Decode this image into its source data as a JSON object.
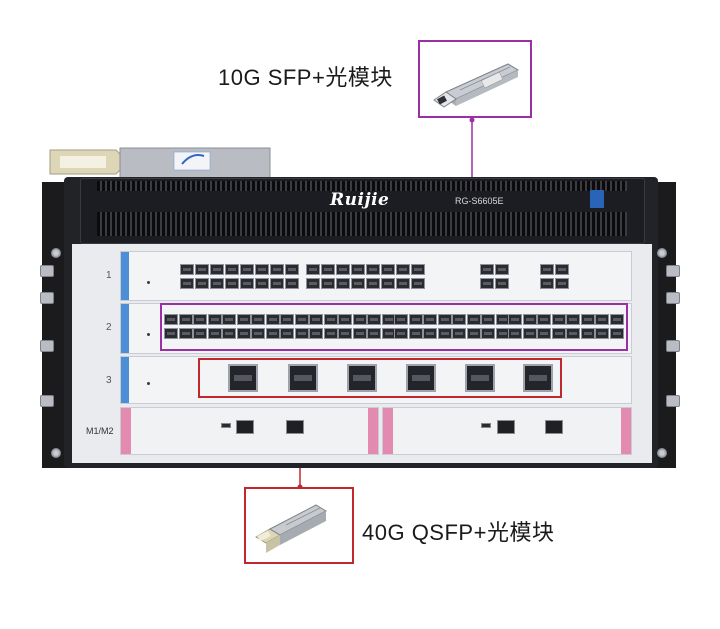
{
  "callouts": {
    "top_label": "10G SFP+光模块",
    "bottom_label": "40G QSFP+光模块"
  },
  "device": {
    "brand_logo": "Ruijie",
    "model": "RG-S6605E",
    "slot_numbers": [
      "1",
      "2",
      "3"
    ],
    "supervisor_label": "M1/M2"
  },
  "colors": {
    "sfp_callout_border": "#9b2fa6",
    "qsfp_callout_border": "#c0282d",
    "linecard_accent": "#4c8fd6",
    "supervisor_accent": "#e38ab0"
  },
  "icons": {
    "sfp_module": "sfp-plus-transceiver-icon",
    "qsfp_module": "qsfp-plus-transceiver-icon"
  }
}
